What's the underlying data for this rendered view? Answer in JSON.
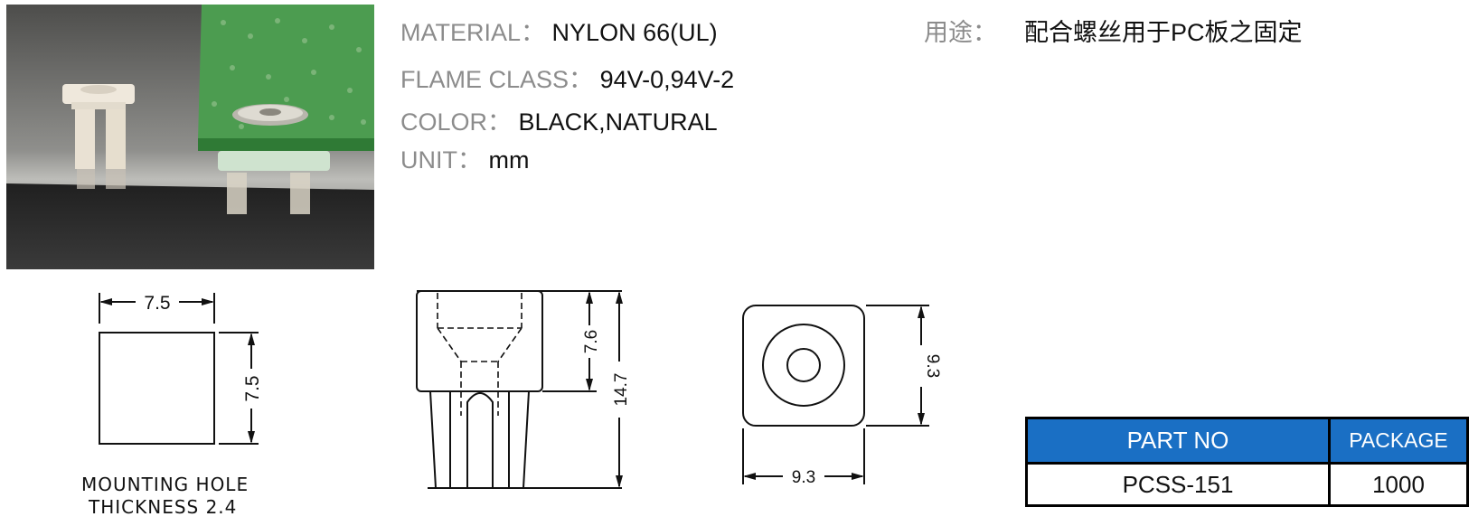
{
  "specs": {
    "material": {
      "label": "MATERIAL：",
      "value": "NYLON 66(UL)"
    },
    "flame_class": {
      "label": "FLAME CLASS：",
      "value": "94V-0,94V-2"
    },
    "color": {
      "label": "COLOR：",
      "value": "BLACK,NATURAL"
    },
    "unit": {
      "label": "UNIT：",
      "value": "mm"
    }
  },
  "usage": {
    "label": "用途：",
    "value": "配合螺丝用于PC板之固定"
  },
  "drawing": {
    "hole_width": "7.5",
    "hole_height": "7.5",
    "note_line1": "MOUNTING HOLE",
    "note_line2": "THICKNESS 2.4",
    "head_height": "7.6",
    "total_height": "14.7",
    "top_height": "9.3",
    "top_width": "9.3"
  },
  "table": {
    "headers": [
      "PART NO",
      "PACKAGE"
    ],
    "rows": [
      [
        "PCSS-151",
        "1000"
      ]
    ],
    "header_color": "#1a6fc4"
  }
}
